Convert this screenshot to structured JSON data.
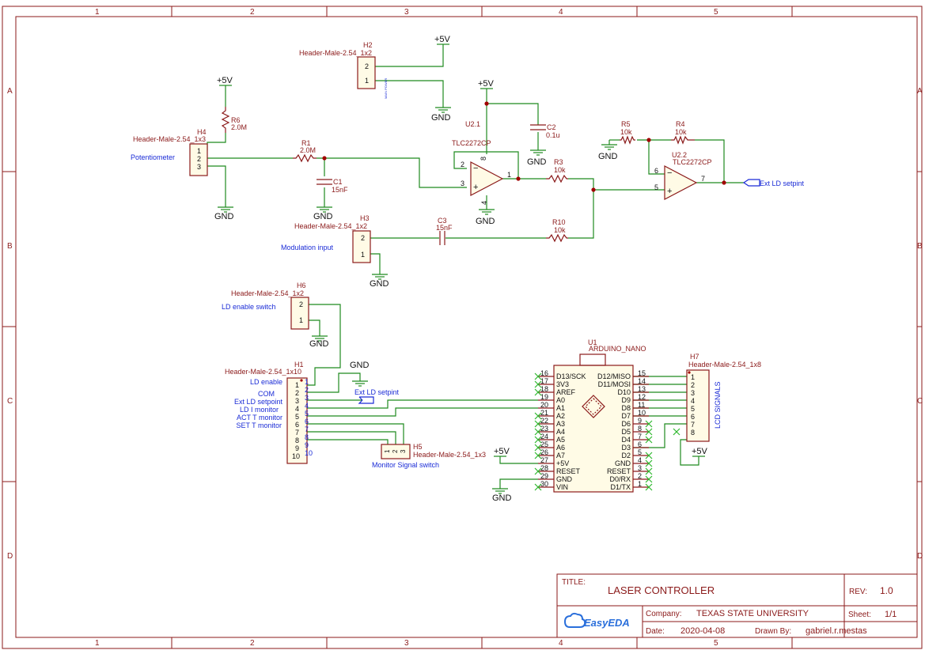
{
  "frame": {
    "columns": [
      "1",
      "2",
      "3",
      "4",
      "5"
    ],
    "rows": [
      "A",
      "B",
      "C",
      "D"
    ]
  },
  "power": {
    "vcc": "+5V",
    "gnd": "GND"
  },
  "components": {
    "h2": {
      "ref": "H2",
      "name": "Header-Male-2.54_1x2",
      "pin1": "1",
      "pin2": "2",
      "tiny": "MAIN POWER"
    },
    "h4": {
      "ref": "H4",
      "name": "Header-Male-2.54_1x3",
      "desc": "Potentiometer",
      "pins": [
        "1",
        "2",
        "3"
      ]
    },
    "r6": {
      "ref": "R6",
      "value": "2.0M"
    },
    "r1": {
      "ref": "R1",
      "value": "2.0M"
    },
    "c1": {
      "ref": "C1",
      "value": "15nF"
    },
    "u21": {
      "ref": "U2.1",
      "name": "TLC2272CP",
      "pins": [
        "8",
        "2",
        "3",
        "1",
        "4"
      ]
    },
    "c2": {
      "ref": "C2",
      "value": "0.1u"
    },
    "r3": {
      "ref": "R3",
      "value": "10k"
    },
    "r5": {
      "ref": "R5",
      "value": "10k"
    },
    "r4": {
      "ref": "R4",
      "value": "10k"
    },
    "u22": {
      "ref": "U2.2",
      "name": "TLC2272CP",
      "pins": [
        "6",
        "5",
        "7"
      ]
    },
    "h3": {
      "ref": "H3",
      "name": "Header-Male-2.54_1x2",
      "desc": "Modulation input",
      "pins": [
        "2",
        "1"
      ]
    },
    "c3": {
      "ref": "C3",
      "value": "15nF"
    },
    "r10": {
      "ref": "R10",
      "value": "10k"
    },
    "h6": {
      "ref": "H6",
      "name": "Header-Male-2.54_1x2",
      "desc": "LD enable switch",
      "pins": [
        "2",
        "1"
      ]
    },
    "h1": {
      "ref": "H1",
      "name": "Header-Male-2.54_1x10",
      "pins": [
        "1",
        "2",
        "3",
        "4",
        "5",
        "6",
        "7",
        "8",
        "9",
        "10"
      ],
      "signals": [
        "LD enable",
        "COM",
        "Ext LD setpoint",
        "LD I monitor",
        "ACT T monitor",
        "SET T monitor"
      ]
    },
    "h5": {
      "ref": "H5",
      "name": "Header-Male-2.54_1x3",
      "desc": "Monitor Signal switch",
      "pins": [
        "1",
        "2",
        "3"
      ]
    },
    "u1": {
      "ref": "U1",
      "name": "ARDUINO_NANO",
      "left": [
        {
          "num": "16",
          "name": "D13/SCK"
        },
        {
          "num": "17",
          "name": "3V3"
        },
        {
          "num": "18",
          "name": "AREF"
        },
        {
          "num": "19",
          "name": "A0"
        },
        {
          "num": "20",
          "name": "A1"
        },
        {
          "num": "21",
          "name": "A2"
        },
        {
          "num": "22",
          "name": "A3"
        },
        {
          "num": "23",
          "name": "A4"
        },
        {
          "num": "24",
          "name": "A5"
        },
        {
          "num": "25",
          "name": "A6"
        },
        {
          "num": "26",
          "name": "A7"
        },
        {
          "num": "27",
          "name": "+5V"
        },
        {
          "num": "28",
          "name": "RESET"
        },
        {
          "num": "29",
          "name": "GND"
        },
        {
          "num": "30",
          "name": "VIN"
        }
      ],
      "right": [
        {
          "num": "15",
          "name": "D12/MISO"
        },
        {
          "num": "14",
          "name": "D11/MOSI"
        },
        {
          "num": "13",
          "name": "D10"
        },
        {
          "num": "12",
          "name": "D9"
        },
        {
          "num": "11",
          "name": "D8"
        },
        {
          "num": "10",
          "name": "D7"
        },
        {
          "num": "9",
          "name": "D6"
        },
        {
          "num": "8",
          "name": "D5"
        },
        {
          "num": "7",
          "name": "D4"
        },
        {
          "num": "6",
          "name": "D3"
        },
        {
          "num": "5",
          "name": "D2"
        },
        {
          "num": "4",
          "name": "GND"
        },
        {
          "num": "3",
          "name": "RESET"
        },
        {
          "num": "2",
          "name": "D0/RX"
        },
        {
          "num": "1",
          "name": "D1/TX"
        }
      ]
    },
    "h7": {
      "ref": "H7",
      "name": "Header-Male-2.54_1x8",
      "desc": "LCD SIGNALS",
      "pins": [
        "1",
        "2",
        "3",
        "4",
        "5",
        "6",
        "7",
        "8"
      ]
    }
  },
  "nets": {
    "ext_setpoint": "Ext LD setpint"
  },
  "titleblock": {
    "title_label": "TITLE:",
    "title": "LASER CONTROLLER",
    "rev_label": "REV:",
    "rev": "1.0",
    "company_label": "Company:",
    "company": "TEXAS STATE UNIVERSITY",
    "sheet_label": "Sheet:",
    "sheet": "1/1",
    "date_label": "Date:",
    "date": "2020-04-08",
    "drawn_label": "Drawn By:",
    "drawn": "gabriel.r.mestas",
    "logo": "EasyEDA"
  }
}
